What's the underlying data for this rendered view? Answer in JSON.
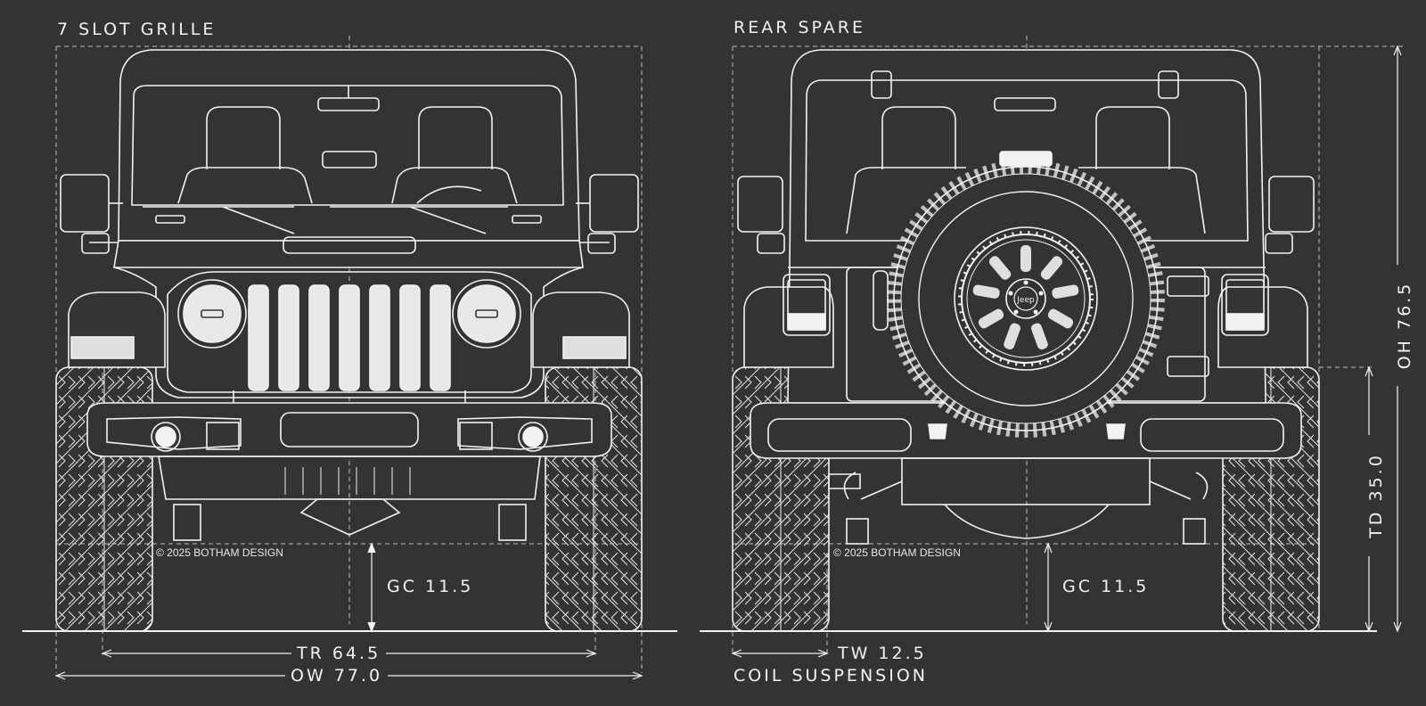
{
  "front_view": {
    "title": "7 SLOT GRILLE",
    "ground_clearance": "GC 11.5",
    "track": "TR 64.5",
    "overall_width": "OW 77.0",
    "copyright": "© 2025 BOTHAM DESIGN"
  },
  "rear_view": {
    "title": "REAR SPARE",
    "ground_clearance": "GC 11.5",
    "tire_width": "TW 12.5",
    "suspension": "COIL SUSPENSION",
    "copyright": "© 2025 BOTHAM DESIGN",
    "tire_diameter": "TD 35.0",
    "overall_height": "OH 76.5",
    "wheel_badge": "Jeep"
  },
  "colors": {
    "background": "#333333",
    "line": "#f2f2f2",
    "dim": "#bdbdbd"
  }
}
